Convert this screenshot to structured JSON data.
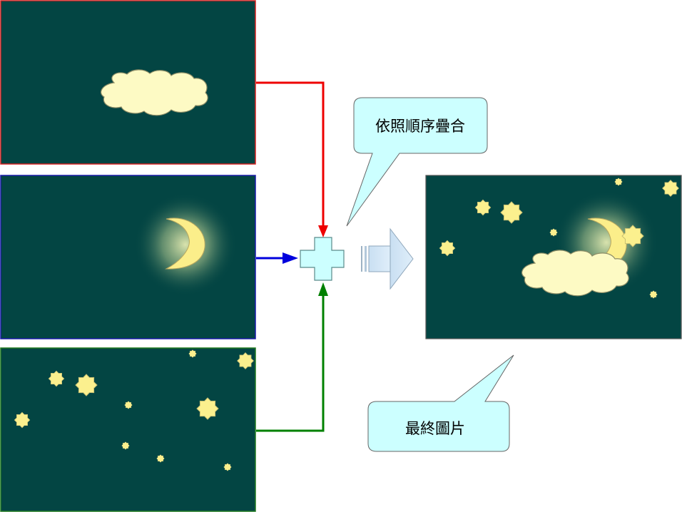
{
  "layers": [
    {
      "name": "cloud-layer",
      "border_color": "#d42020"
    },
    {
      "name": "moon-layer",
      "border_color": "#1a1aaa"
    },
    {
      "name": "stars-layer",
      "border_color": "#207a20"
    }
  ],
  "colors": {
    "scene_background": "#034543",
    "cloud_fill": "#fdfac4",
    "moon_fill": "#fbee8a",
    "star_fill": "#fbf08e",
    "callout_fill": "#ccffff",
    "arrow_red": "#ee0000",
    "arrow_blue": "#0000dd",
    "arrow_green": "#008000"
  },
  "callouts": {
    "combine_label": "依照順序疊合",
    "result_label": "最終圖片"
  },
  "icons": {
    "plus": "plus-icon",
    "result_arrow": "right-arrow-icon"
  }
}
